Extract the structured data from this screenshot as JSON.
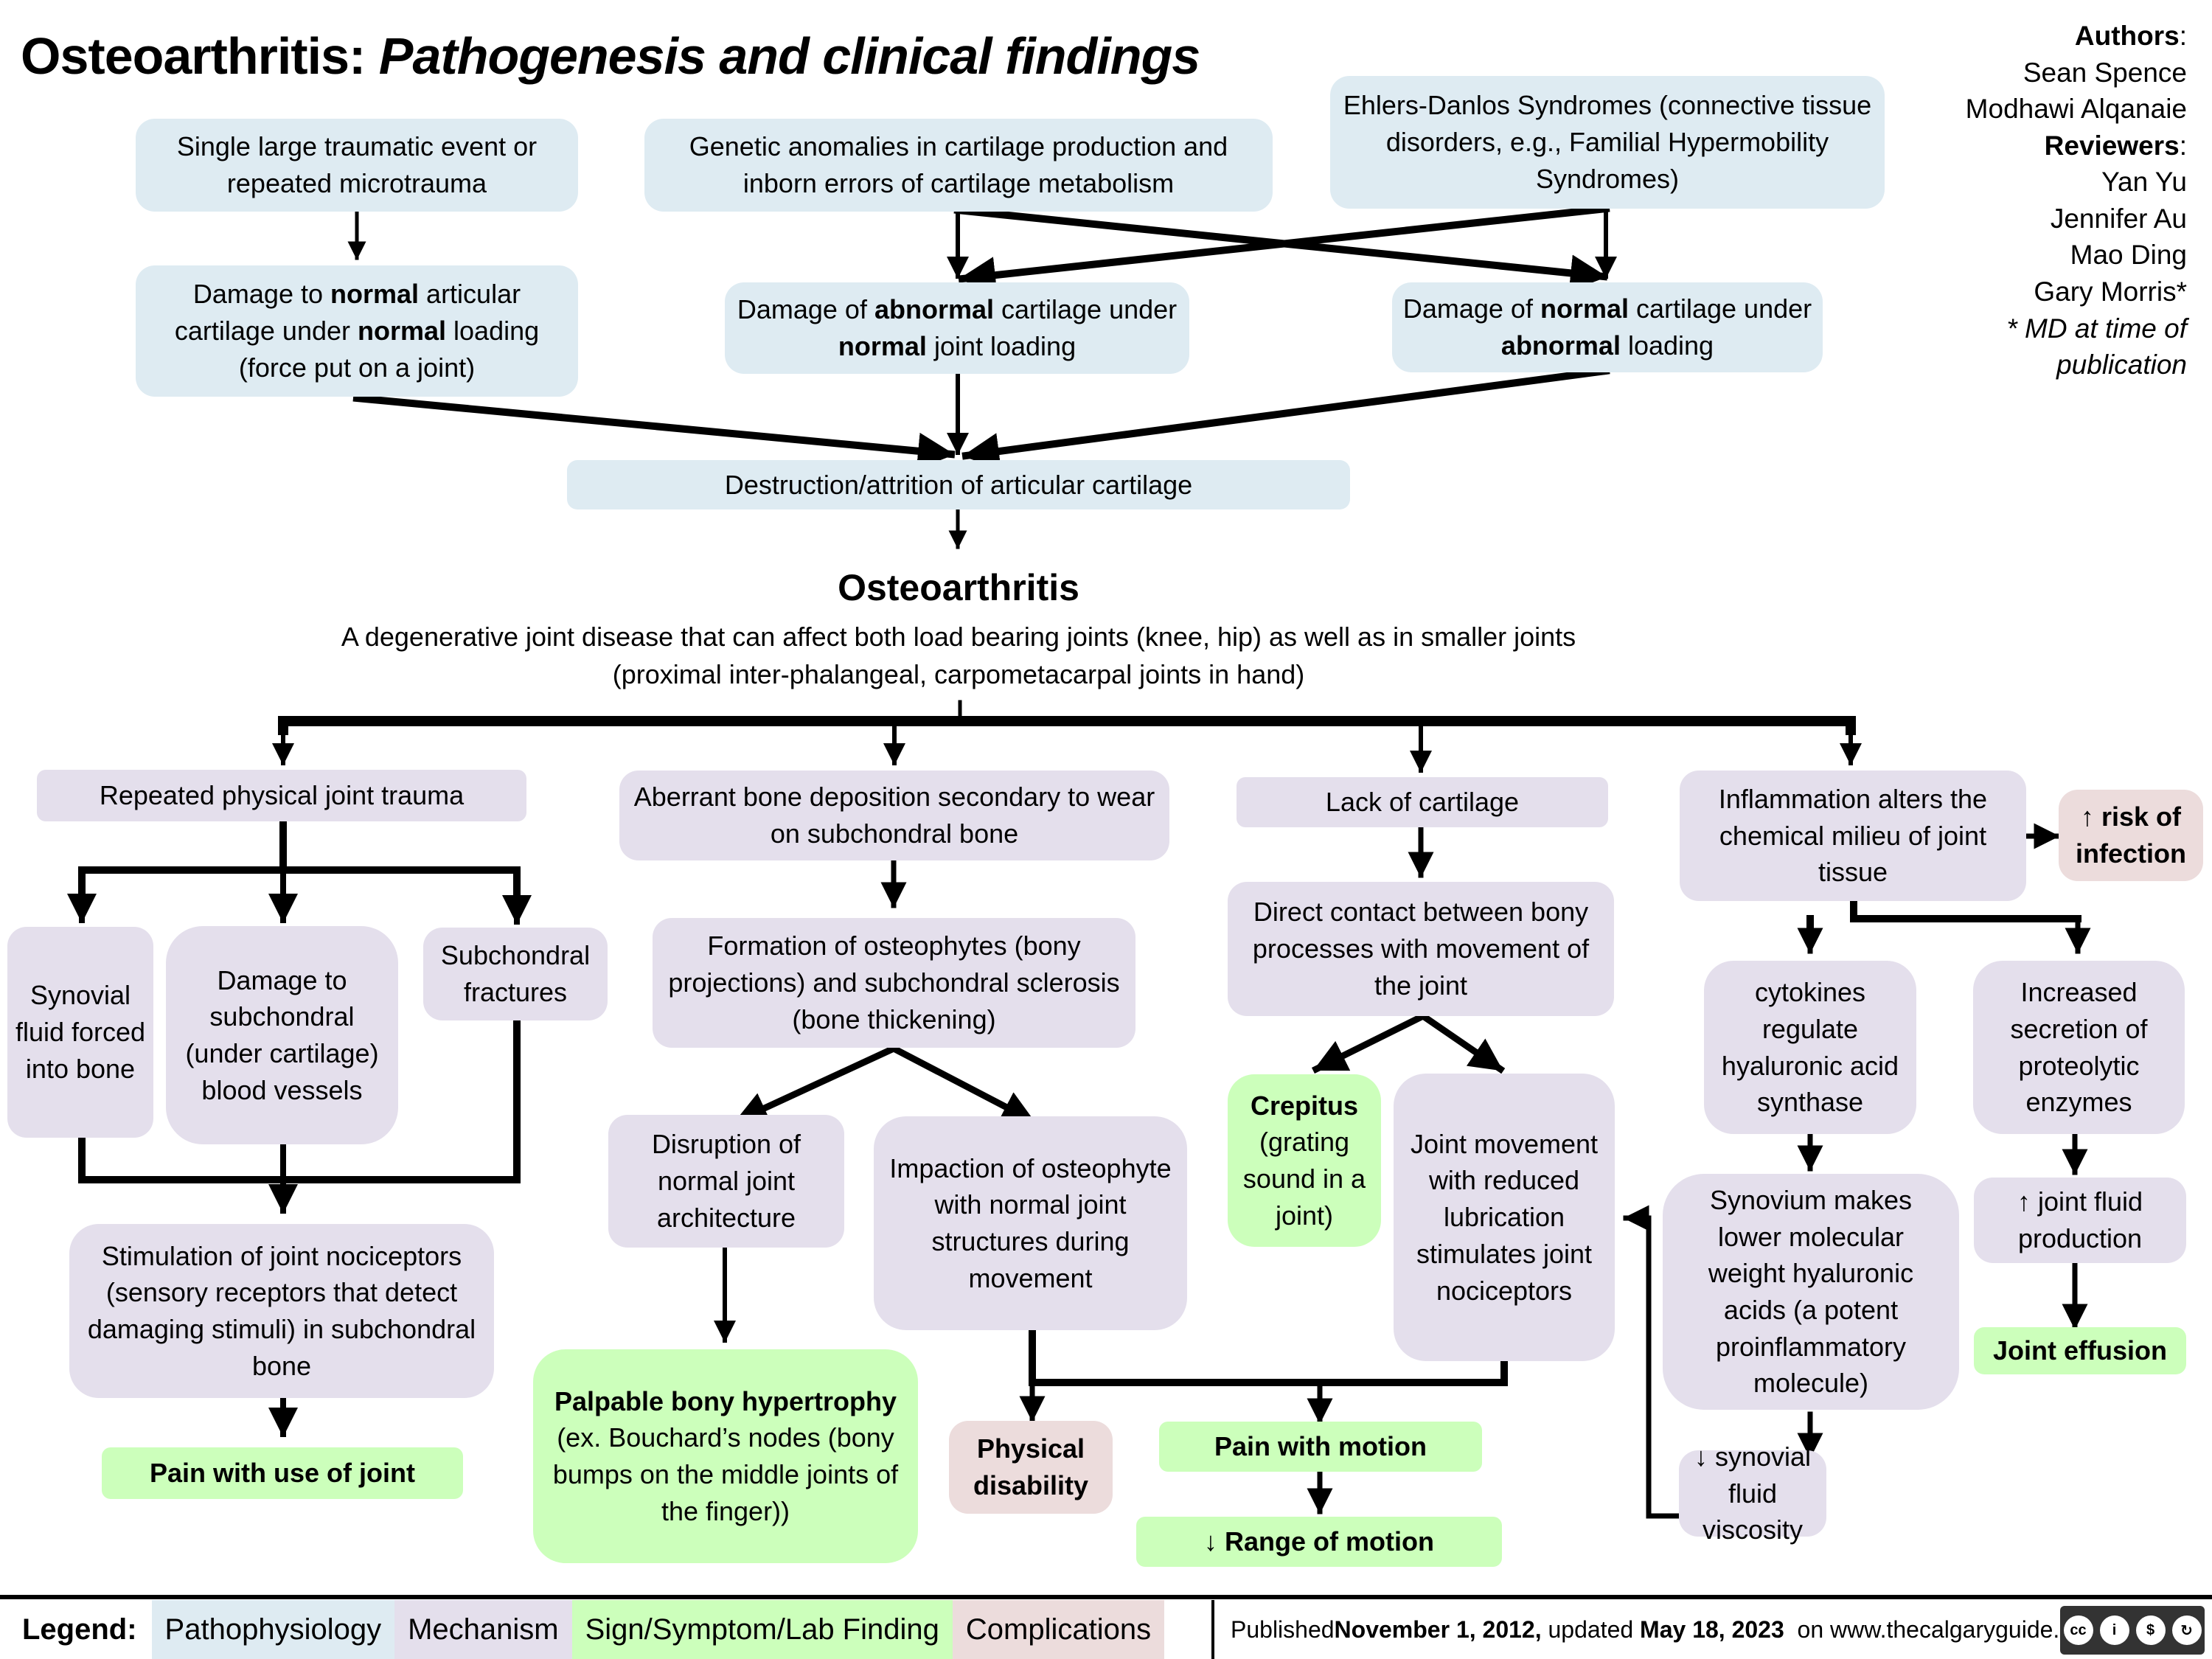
{
  "title": {
    "main": "Osteoarthritis:",
    "subtitle": "Pathogenesis and clinical findings"
  },
  "authors": {
    "authors_label": "Authors",
    "authors": [
      "Sean Spence",
      "Modhawi Alqanaie"
    ],
    "reviewers_label": "Reviewers",
    "reviewers": [
      "Yan Yu",
      "Jennifer Au",
      "Mao Ding",
      "Gary Morris*"
    ],
    "note": "* MD at time of publication"
  },
  "colors": {
    "pathophysiology": "#deebf2",
    "mechanism": "#e4dfec",
    "sign_symptom": "#ccffbb",
    "complications": "#ecdcdc"
  },
  "top": {
    "trauma": "Single large traumatic event or repeated microtrauma",
    "genetic": "Genetic anomalies in cartilage production and inborn errors of cartilage metabolism",
    "ehlers": "Ehlers-Danlos Syndromes (connective tissue disorders, e.g., Familial Hypermobility Syndromes)",
    "damage_normal": {
      "a": "Damage to ",
      "b": "normal",
      "c": " articular cartilage under ",
      "d": "normal",
      "e": " loading (force put on a joint)"
    },
    "damage_abnormal": {
      "a": "Damage of ",
      "b": "abnormal",
      "c": " cartilage under ",
      "d": "normal",
      "e": " joint loading"
    },
    "damage_abnormal_load": {
      "a": "Damage of ",
      "b": "normal",
      "c": " cartilage under ",
      "d": "abnormal",
      "e": " loading"
    },
    "destruction": "Destruction/attrition of articular cartilage"
  },
  "center": {
    "heading": "Osteoarthritis",
    "description_line1": "A degenerative joint disease that can affect both load bearing joints (knee, hip) as well as in smaller joints",
    "description_line2": "(proximal inter-phalangeal, carpometacarpal joints in hand)"
  },
  "col1": {
    "trauma": "Repeated physical joint trauma",
    "synovial": "Synovial fluid forced into bone",
    "damage_vessels": "Damage to subchondral (under cartilage) blood vessels",
    "fractures": "Subchondral fractures",
    "stimulation": "Stimulation of joint nociceptors (sensory receptors that detect damaging stimuli) in subchondral bone",
    "pain_use": "Pain with use of joint"
  },
  "col2": {
    "aberrant": "Aberrant bone deposition secondary to wear on subchondral bone",
    "osteophytes": "Formation of osteophytes (bony projections) and subchondral sclerosis (bone thickening)",
    "disruption": "Disruption of normal joint architecture",
    "impaction": "Impaction of osteophyte with normal joint structures during movement",
    "palpable_bold": "Palpable bony hypertrophy",
    "palpable_rest": "(ex. Bouchard’s nodes (bony bumps on the middle joints of the finger))",
    "disability": "Physical disability"
  },
  "col3": {
    "lack": "Lack of cartilage",
    "contact": "Direct contact between bony processes with movement of the joint",
    "crepitus_bold": "Crepitus",
    "crepitus_rest": "(grating sound in a joint)",
    "joint_movement": "Joint movement with reduced lubrication stimulates joint nociceptors",
    "pain_motion": "Pain with motion",
    "range": "↓ Range of motion"
  },
  "col4": {
    "inflammation": "Inflammation alters the chemical milieu of joint tissue",
    "infection": "↑ risk of infection",
    "cytokines": "cytokines regulate hyaluronic acid synthase",
    "synovium": "Synovium makes lower molecular weight hyaluronic acids (a potent proinflammatory molecule)",
    "viscosity": "↓ synovial fluid viscosity",
    "proteolytic": "Increased secretion of proteolytic enzymes",
    "fluid": "↑ joint fluid production",
    "effusion": "Joint effusion"
  },
  "legend": {
    "label": "Legend:",
    "items": [
      "Pathophysiology",
      "Mechanism",
      "Sign/Symptom/Lab Finding",
      "Complications"
    ]
  },
  "footer": {
    "published_prefix": "Published ",
    "published_date": "November 1, 2012,",
    "updated_prefix": " updated ",
    "updated_date": "May 18, 2023",
    "site": "  on www.thecalgaryguide.com",
    "license": [
      "cc",
      "i",
      "$",
      "↻"
    ],
    "license_text": "BY NC SA"
  }
}
